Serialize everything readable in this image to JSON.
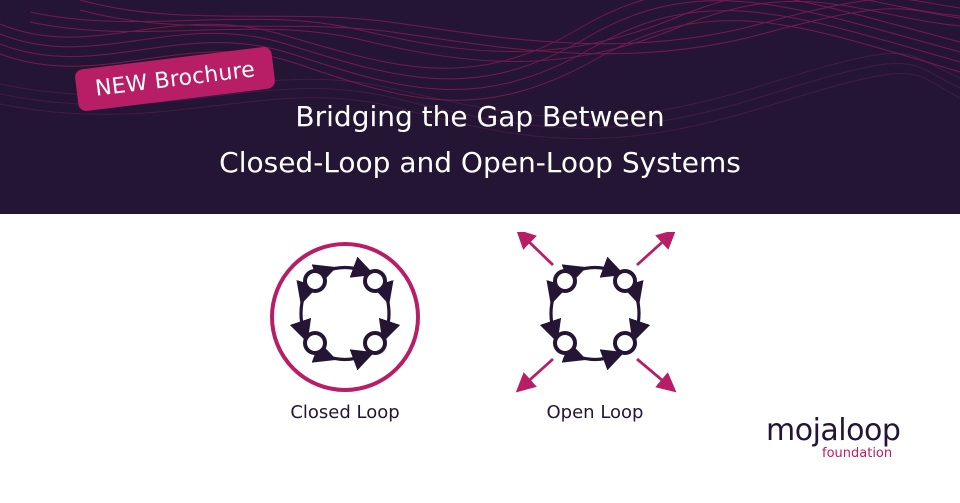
{
  "banner": {
    "tag_label": "NEW Brochure",
    "title_line_1": "Bridging the Gap Between",
    "title_line_2": "Closed-Loop and Open-Loop Systems"
  },
  "diagrams": {
    "closed_label": "Closed Loop",
    "open_label": "Open Loop"
  },
  "logo": {
    "name": "mojaloop",
    "subtitle": "foundation"
  },
  "colors": {
    "navy": "#241534",
    "magenta": "#b81e65",
    "white": "#ffffff"
  }
}
